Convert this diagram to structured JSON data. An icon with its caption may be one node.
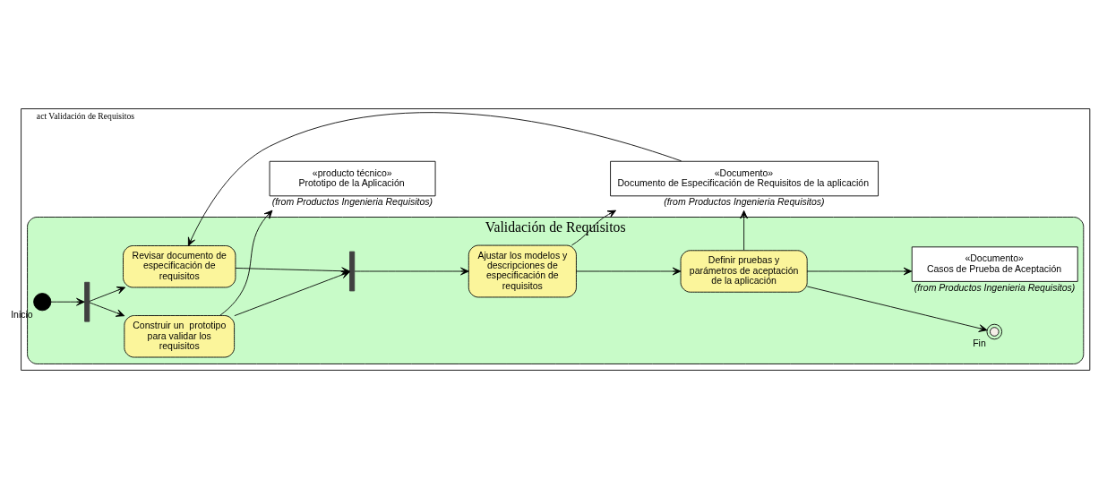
{
  "diagram": {
    "nodes": [
      {
        "text": [
          "act Validación de Requisitos"
        ]
      },
      {
        "text": [
          "Validación de Requisitos"
        ],
        "in": 0
      },
      {
        "text": [],
        "shape": "circle",
        "beside": [
          "Inicio"
        ],
        "in": 1
      },
      {
        "text": [],
        "shape": "bar",
        "in": 1
      },
      {
        "text": [
          "Revisar documento de especificación de requisitos"
        ],
        "in": 1
      },
      {
        "text": [
          "Construir un  prototipo para validar los requisitos"
        ],
        "in": 1
      },
      {
        "text": [],
        "shape": "bar",
        "in": 1
      },
      {
        "text": [
          "Ajustar los modelos y descripciones de especificación de requisitos"
        ],
        "in": 1
      },
      {
        "text": [
          "Definir pruebas y parámetros de aceptación de la aplicación"
        ],
        "in": 1
      },
      {
        "text": [
          "«Documento»",
          "Documento de Especificación de Requisitos de la aplicación"
        ],
        "beside": [
          "(from Productos Ingenieria Requisitos)"
        ],
        "in": 0
      },
      {
        "text": [],
        "shape": "circle",
        "beside": [
          "Fin"
        ],
        "in": 1
      },
      {
        "text": [
          "«Documento»",
          "Casos de Prueba de Aceptación"
        ],
        "beside": [
          "(from Productos Ingenieria Requisitos)"
        ],
        "in": 1
      },
      {
        "text": [
          "«producto técnico»",
          "Prototipo de la Aplicación"
        ],
        "beside": [
          "(from Productos Ingenieria Requisitos)"
        ],
        "in": 0
      }
    ],
    "edges": [
      {
        "from": 2,
        "to": 3,
        "arrow": "to"
      },
      {
        "from": 3,
        "to": 4,
        "arrow": "to"
      },
      {
        "from": 3,
        "to": 5,
        "arrow": "to"
      },
      {
        "from": 4,
        "to": 6,
        "arrow": "to"
      },
      {
        "from": 5,
        "to": 6,
        "arrow": "to"
      },
      {
        "from": 6,
        "to": 7,
        "arrow": "to"
      },
      {
        "from": 7,
        "to": 8,
        "arrow": "to"
      },
      {
        "from": 7,
        "to": 9,
        "arrow": "to"
      },
      {
        "from": 8,
        "to": 9,
        "arrow": "to"
      },
      {
        "from": 9,
        "to": 4,
        "arrow": "to"
      },
      {
        "from": 5,
        "to": 12,
        "arrow": "to"
      },
      {
        "from": 8,
        "to": 11,
        "arrow": "to"
      },
      {
        "from": 8,
        "to": 10,
        "arrow": "to"
      }
    ]
  }
}
